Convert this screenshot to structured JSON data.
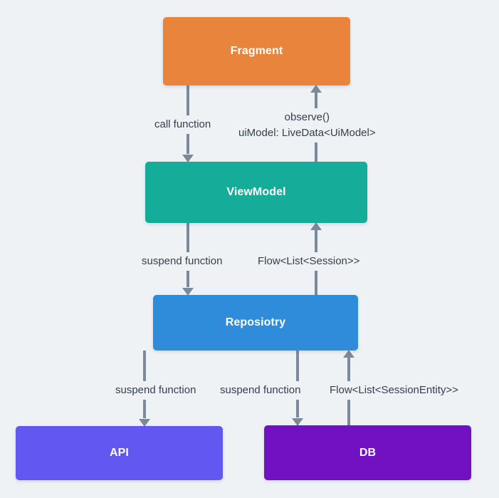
{
  "diagram": {
    "title": "Android app architecture data flow",
    "background_color": "#eff2f5",
    "connector_color": "#7b8a9b",
    "label_color": "#36404d",
    "nodes": [
      {
        "id": "fragment",
        "label": "Fragment",
        "color": "#e8843c"
      },
      {
        "id": "viewmodel",
        "label": "ViewModel",
        "color": "#16ac9a"
      },
      {
        "id": "repository",
        "label": "Reposiotry",
        "color": "#2f8cdb"
      },
      {
        "id": "api",
        "label": "API",
        "color": "#6257f0"
      },
      {
        "id": "db",
        "label": "DB",
        "color": "#7111c2"
      }
    ],
    "edges": [
      {
        "id": "fragment-to-viewmodel",
        "from": "Fragment",
        "to": "ViewModel",
        "direction": "down",
        "label": "call function"
      },
      {
        "id": "viewmodel-to-fragment",
        "from": "ViewModel",
        "to": "Fragment",
        "direction": "up",
        "label_line1": "observe()",
        "label_line2": "uiModel: LiveData<UiModel>"
      },
      {
        "id": "viewmodel-to-repository",
        "from": "ViewModel",
        "to": "Reposiotry",
        "direction": "down",
        "label": "suspend function"
      },
      {
        "id": "repository-to-viewmodel",
        "from": "Reposiotry",
        "to": "ViewModel",
        "direction": "up",
        "label": "Flow<List<Session>>"
      },
      {
        "id": "repository-to-api",
        "from": "Reposiotry",
        "to": "API",
        "direction": "down",
        "label": "suspend function"
      },
      {
        "id": "repository-to-db",
        "from": "Reposiotry",
        "to": "DB",
        "direction": "down",
        "label": "suspend function"
      },
      {
        "id": "db-to-repository",
        "from": "DB",
        "to": "Reposiotry",
        "direction": "up",
        "label": "Flow<List<SessionEntity>>"
      }
    ]
  }
}
